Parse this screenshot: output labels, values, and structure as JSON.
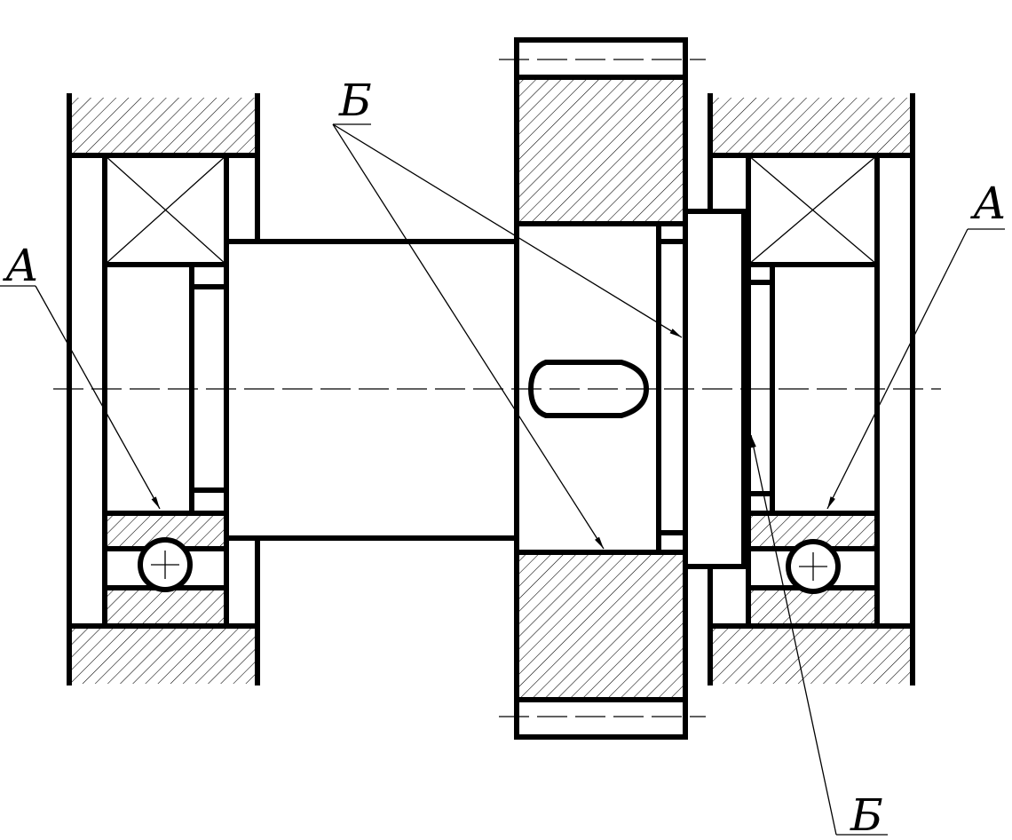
{
  "labels": {
    "a_left": "А",
    "a_right": "А",
    "b_top": "Б",
    "b_bottom": "Б"
  },
  "colors": {
    "line": "#000000",
    "background": "#ffffff"
  }
}
